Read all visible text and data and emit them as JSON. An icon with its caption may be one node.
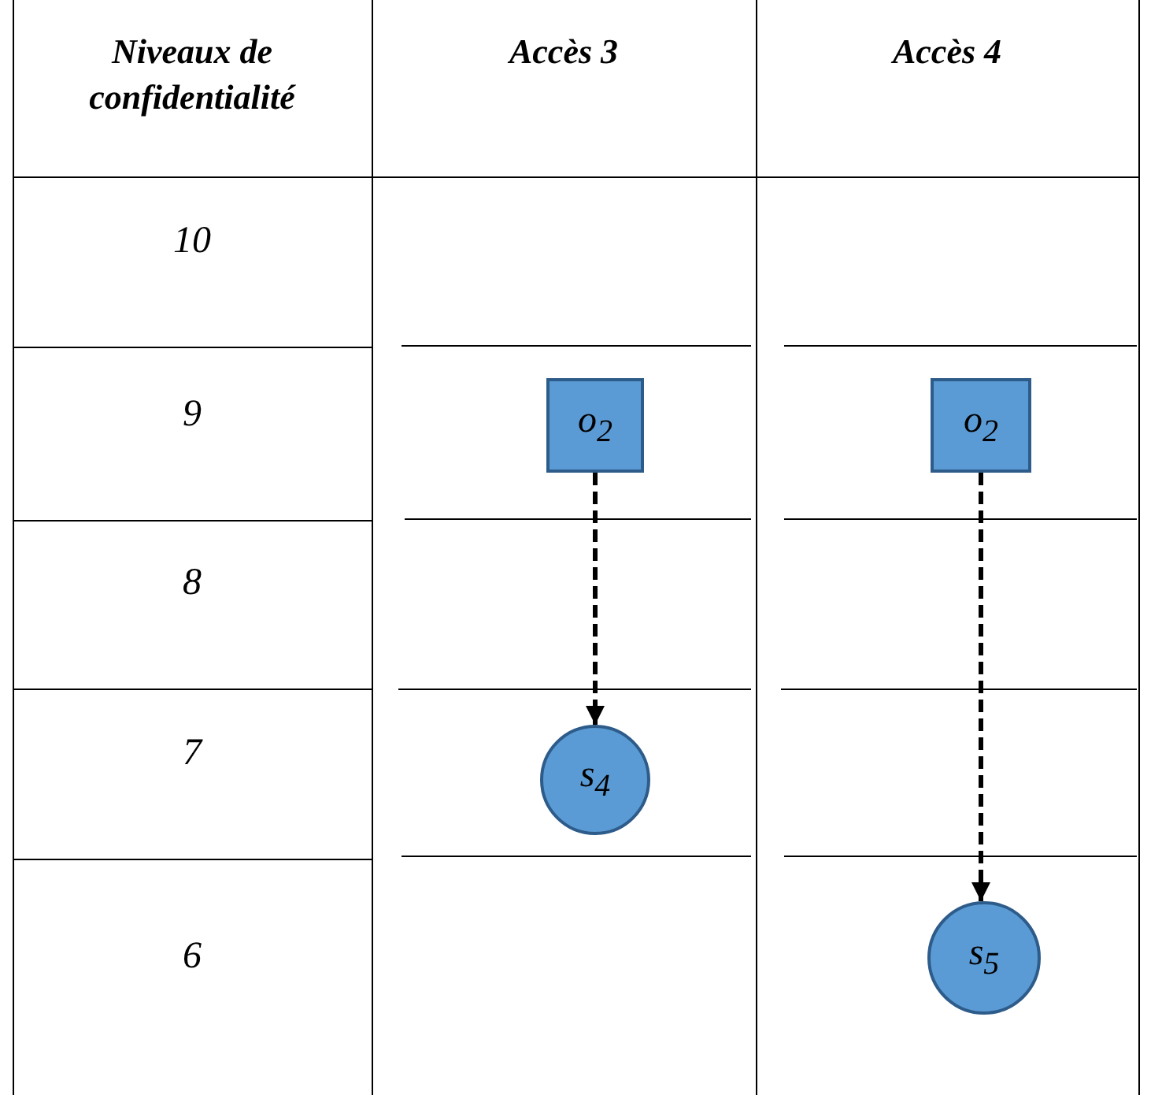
{
  "diagram": {
    "nodes": [
      {
        "text": [
          "o$_{2}$"
        ]
      },
      {
        "text": [
          "o$_{2}$"
        ]
      },
      {
        "text": [
          "s$_{4}$"
        ]
      },
      {
        "text": [
          "s$_{5}$"
        ]
      }
    ],
    "edges": [
      {
        "from": 0,
        "to": 2,
        "arrow": "to",
        "style": "dashed"
      },
      {
        "from": 1,
        "to": 3,
        "arrow": "to",
        "style": "dashed"
      }
    ],
    "labels": [
      "Niveaux de confidentialité",
      "Accès 3",
      "Accès 4",
      "10",
      "9",
      "8",
      "7",
      "6"
    ]
  }
}
